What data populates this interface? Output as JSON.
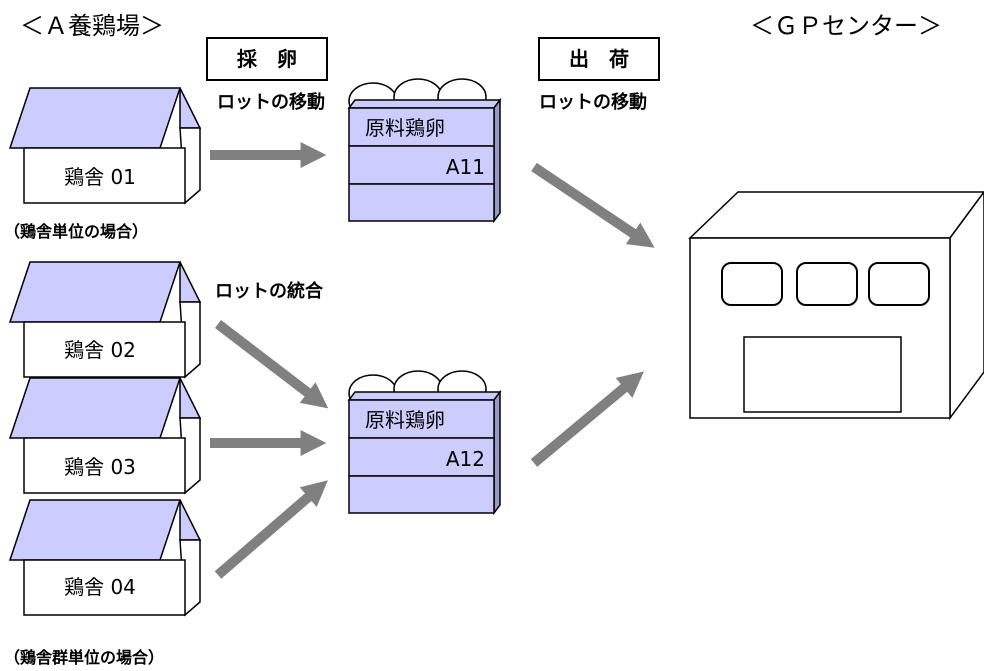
{
  "headings": {
    "farm": "＜Ａ養鶏場＞",
    "gp_center": "＜ＧＰセンター＞"
  },
  "steps": {
    "collect_label": "採　卵",
    "ship_label": "出　荷"
  },
  "captions": {
    "lot_move_1": "ロットの移動",
    "lot_move_2": "ロットの移動",
    "lot_merge": "ロットの統合",
    "per_house": "（鶏舎単位の場合）",
    "per_group": "（鶏舎群単位の場合）"
  },
  "houses": [
    {
      "label": "鶏舎 01"
    },
    {
      "label": "鶏舎 02"
    },
    {
      "label": "鶏舎 03"
    },
    {
      "label": "鶏舎 04"
    }
  ],
  "egg_crates": [
    {
      "title": "原料鶏卵",
      "lot": "A11"
    },
    {
      "title": "原料鶏卵",
      "lot": "A12"
    }
  ],
  "colors": {
    "fill_lavender": "#ccccff",
    "arrow_gray": "#808080",
    "stroke": "#000000",
    "building_fill": "#ffffff"
  }
}
